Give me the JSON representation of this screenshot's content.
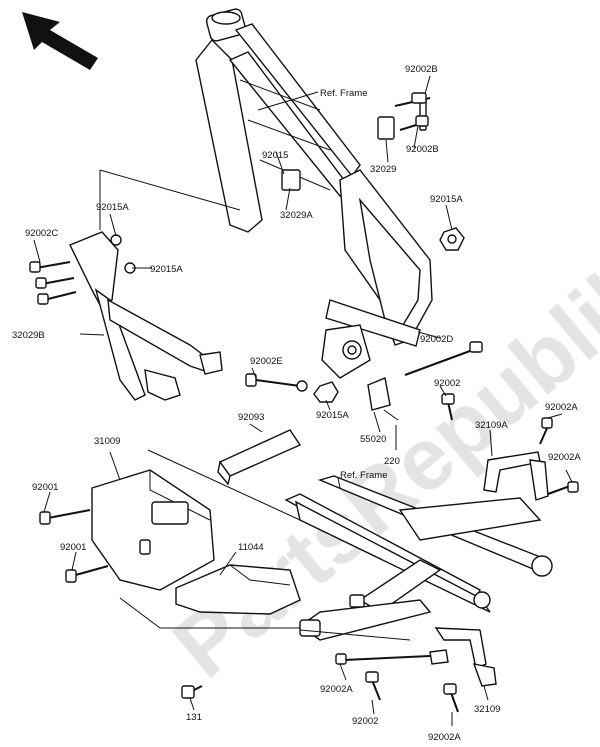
{
  "watermark": "PartsRepublik",
  "labels": {
    "ref_frame_top": "Ref. Frame",
    "ref_frame_mid": "Ref. Frame",
    "p92002B_a": "92002B",
    "p92002B_b": "92002B",
    "p92015": "92015",
    "p32029": "32029",
    "p32029A": "32029A",
    "p92015A_left": "92015A",
    "p92015A_right": "92015A",
    "p92002C": "92002C",
    "p92015A_mid": "92015A",
    "p32029B": "32029B",
    "p92002E": "92002E",
    "p92002D": "92002D",
    "p92015A_bottom": "92015A",
    "p92002_right": "92002",
    "p55020": "55020",
    "p220": "220",
    "p92093": "92093",
    "p32109A": "32109A",
    "p92002A_r1": "92002A",
    "p92002A_r2": "92002A",
    "p31009": "31009",
    "p92001_a": "92001",
    "p92001_b": "92001",
    "p11044": "11044",
    "p92002A_bl": "92002A",
    "p131": "131",
    "p92002_bottom": "92002",
    "p32109": "32109",
    "p92002A_br": "92002A"
  },
  "icons": {
    "direction": "arrow-up-left-icon"
  }
}
